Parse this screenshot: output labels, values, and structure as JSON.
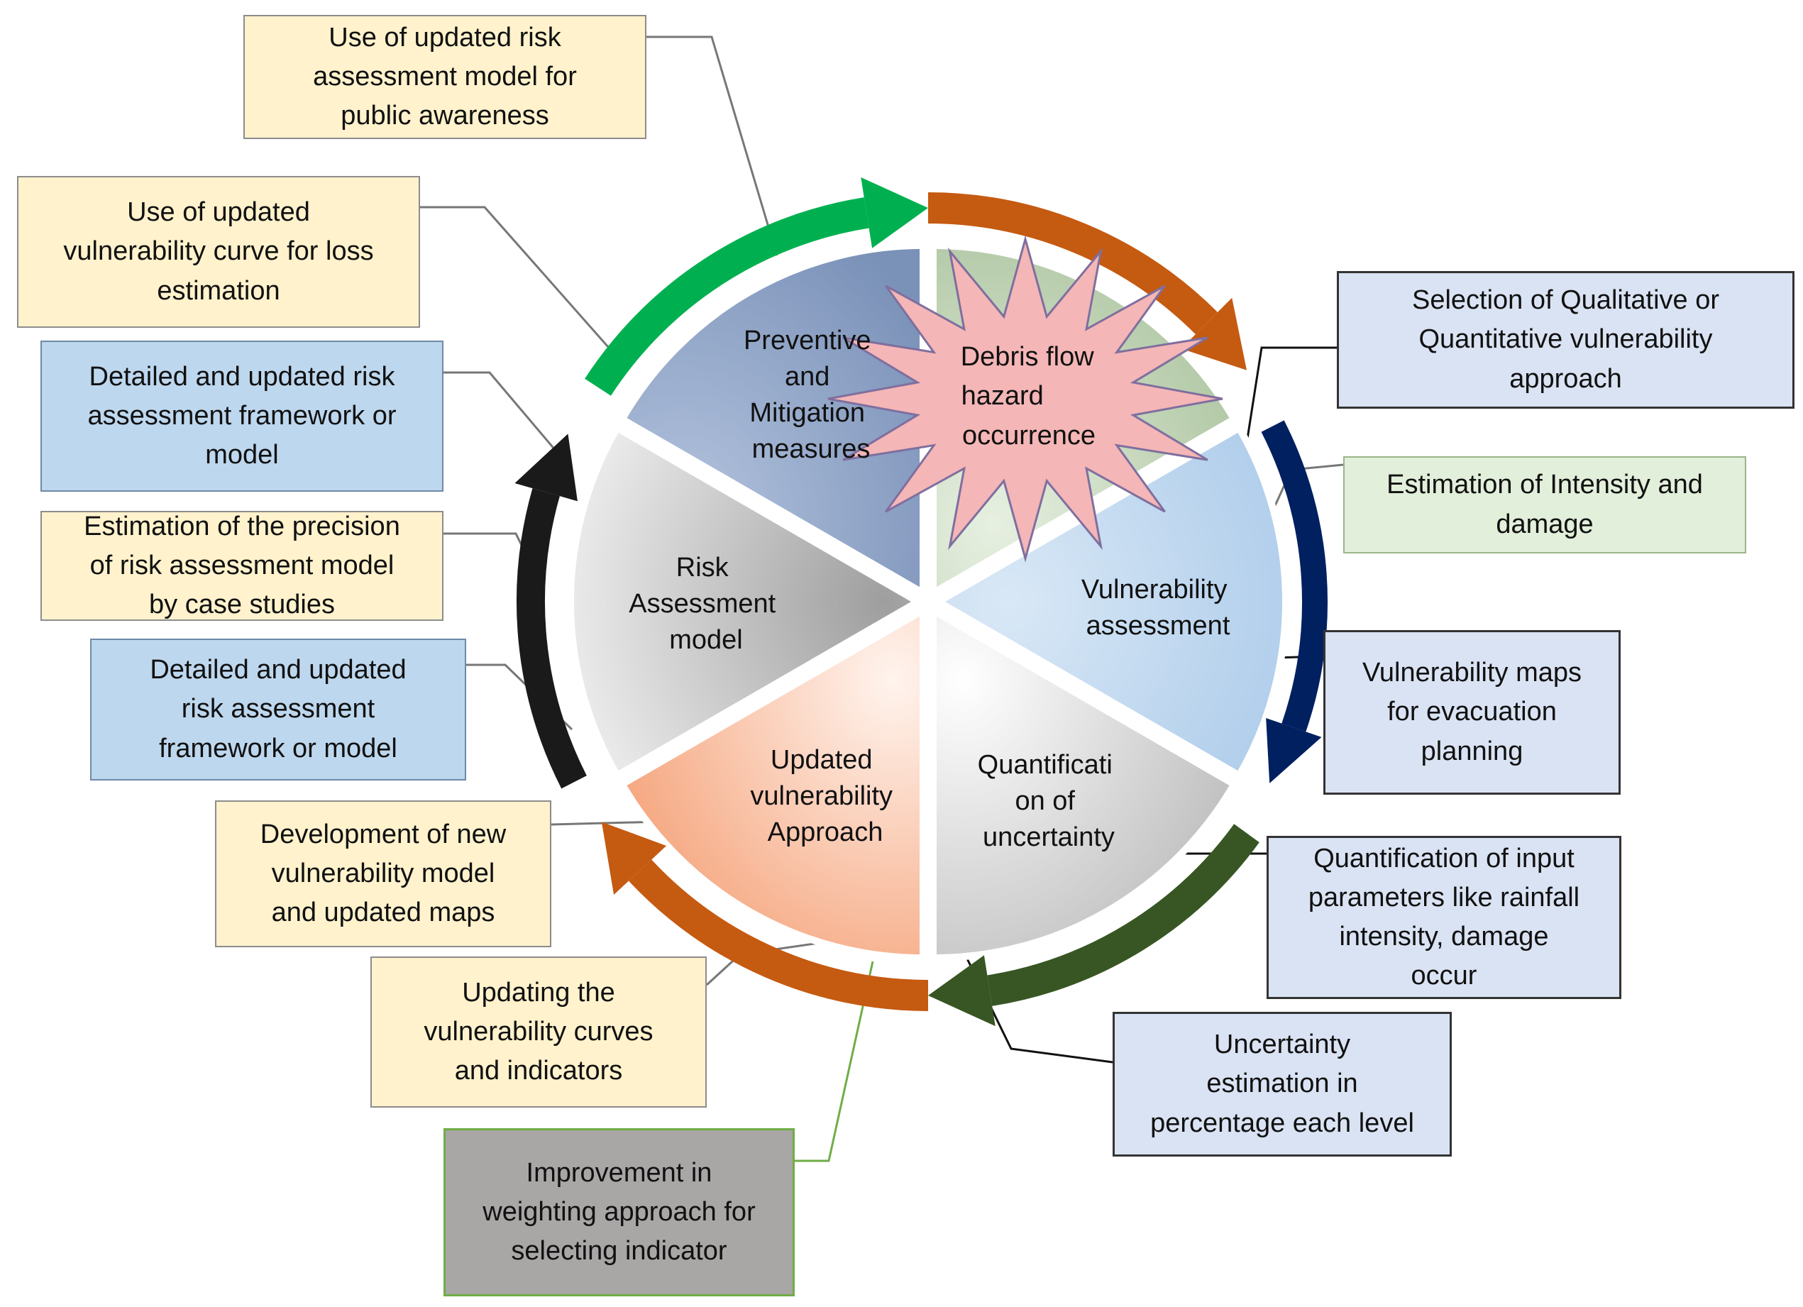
{
  "wheel": {
    "segments": [
      {
        "id": "preventive",
        "label_lines": [
          "Preventive",
          "and",
          "Mitigation",
          "measures"
        ]
      },
      {
        "id": "debris",
        "label_lines": [
          "Debris flow",
          "hazard",
          "occurrence"
        ]
      },
      {
        "id": "vulnerability",
        "label_lines": [
          "Vulnerability",
          "assessment"
        ]
      },
      {
        "id": "quantification",
        "label_lines": [
          "Quantificati",
          "on  of",
          "uncertainty"
        ]
      },
      {
        "id": "updated",
        "label_lines": [
          "Updated",
          "vulnerability",
          "Approach"
        ]
      },
      {
        "id": "risk",
        "label_lines": [
          "Risk",
          "Assessment",
          "model"
        ]
      }
    ]
  },
  "callouts": [
    {
      "id": "public-awareness",
      "style": "yellow",
      "lines": [
        "Use of updated risk",
        "assessment model for",
        "public awareness"
      ]
    },
    {
      "id": "loss-estimation",
      "style": "yellow",
      "lines": [
        "Use of updated",
        "vulnerability curve for loss",
        "estimation"
      ]
    },
    {
      "id": "framework-1",
      "style": "blue",
      "lines": [
        "Detailed and updated risk",
        "assessment framework or",
        "model"
      ]
    },
    {
      "id": "precision",
      "style": "yellow",
      "lines": [
        "Estimation of the precision",
        "of risk assessment model",
        "by case studies"
      ]
    },
    {
      "id": "framework-2",
      "style": "blue",
      "lines": [
        "Detailed and updated",
        "risk assessment",
        "framework or model"
      ]
    },
    {
      "id": "new-model",
      "style": "yellow",
      "lines": [
        "Development of new",
        "vulnerability model",
        "and updated maps"
      ]
    },
    {
      "id": "updating-curves",
      "style": "yellow",
      "lines": [
        "Updating the",
        "vulnerability curves",
        "and indicators"
      ]
    },
    {
      "id": "weighting",
      "style": "gray",
      "lines": [
        "Improvement in",
        "weighting approach for",
        "selecting indicator"
      ]
    },
    {
      "id": "selection",
      "style": "lavender",
      "lines": [
        "Selection of Qualitative or",
        "Quantitative vulnerability",
        "approach"
      ]
    },
    {
      "id": "intensity",
      "style": "green",
      "lines": [
        "Estimation of Intensity and",
        "damage"
      ]
    },
    {
      "id": "maps",
      "style": "lavender",
      "lines": [
        "Vulnerability maps",
        "for evacuation",
        "planning"
      ]
    },
    {
      "id": "input-params",
      "style": "lavender",
      "lines": [
        "Quantification of input",
        "parameters like  rainfall",
        "intensity, damage",
        "occur"
      ]
    },
    {
      "id": "uncertainty-est",
      "style": "lavender",
      "lines": [
        "Uncertainty",
        "estimation in",
        "percentage each level"
      ]
    }
  ],
  "colors": {
    "preventive": "#8ea3c6",
    "debris": "#b9cfae",
    "vulnerability": "#bdd7ee",
    "quantification": "#d4d4d4",
    "updated": "#fbb894",
    "risk": "#bdbdbd",
    "arrow_green": "#00b050",
    "arrow_orange": "#c55a11",
    "arrow_navy": "#002060",
    "arrow_darkgreen": "#375623",
    "arrow_black": "#1a1a1a",
    "star_fill": "#f4b6b6",
    "star_stroke": "#7f6f9f"
  }
}
